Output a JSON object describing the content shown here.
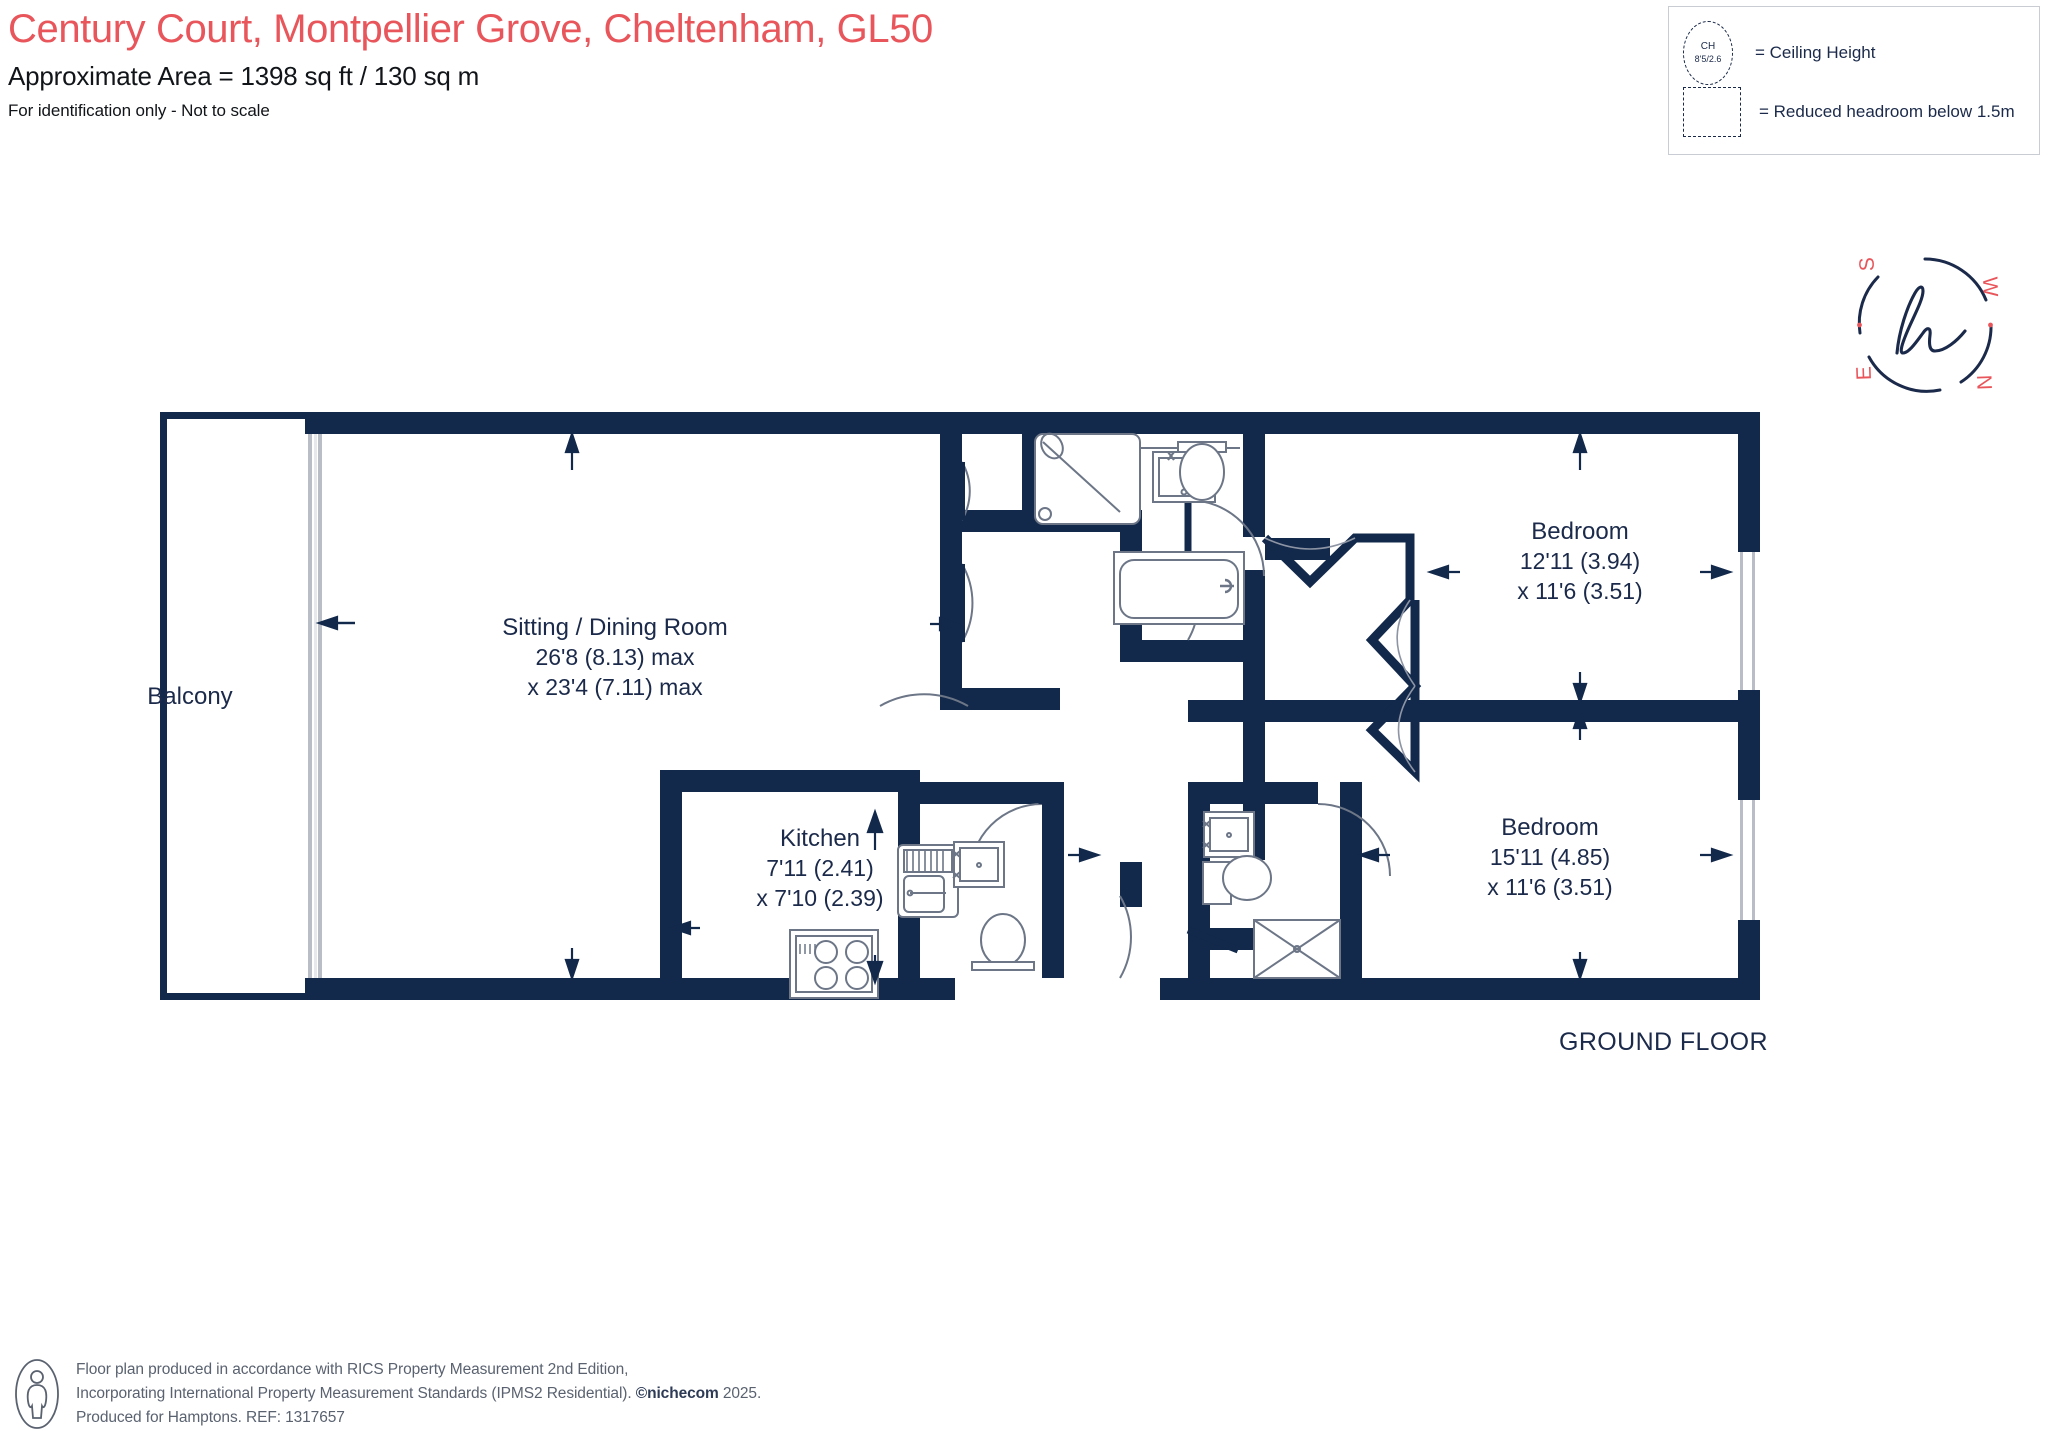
{
  "header": {
    "title": "Century Court, Montpellier Grove, Cheltenham, GL50",
    "area": "Approximate Area = 1398 sq ft / 130 sq m",
    "notice": "For identification only - Not to scale",
    "title_color": "#e8565b"
  },
  "legend": {
    "ceiling_height": {
      "symbol_top": "CH",
      "symbol_bottom": "8'5/2.6",
      "label": "= Ceiling Height"
    },
    "reduced_headroom": {
      "label": "= Reduced headroom below 1.5m"
    }
  },
  "compass": {
    "north": "N",
    "south": "S",
    "east": "E",
    "west": "W",
    "monogram": "h",
    "color": "#e8565b",
    "ring_color": "#1b2a4a"
  },
  "plan": {
    "floor_label": "GROUND FLOOR",
    "wall_color": "#13294b",
    "fixture_color": "#6c7687",
    "rooms": [
      {
        "name": "Balcony",
        "dim1": "",
        "dim2": ""
      },
      {
        "name": "Sitting / Dining Room",
        "dim1": "26'8 (8.13) max",
        "dim2": "x 23'4 (7.11) max"
      },
      {
        "name": "Kitchen",
        "dim1": "7'11 (2.41)",
        "dim2": "x 7'10 (2.39)"
      },
      {
        "name": "Bedroom",
        "dim1": "12'11 (3.94)",
        "dim2": "x 11'6 (3.51)"
      },
      {
        "name": "Bedroom",
        "dim1": "15'11 (4.85)",
        "dim2": "x 11'6 (3.51)"
      }
    ]
  },
  "footer": {
    "line1": "Floor plan produced in accordance with RICS Property Measurement 2nd Edition,",
    "line2a": "Incorporating International Property Measurement Standards (IPMS2 Residential).",
    "copyright": "©nichecom",
    "year": "2025.",
    "line3": "Produced for Hamptons.  REF:  1317657"
  }
}
